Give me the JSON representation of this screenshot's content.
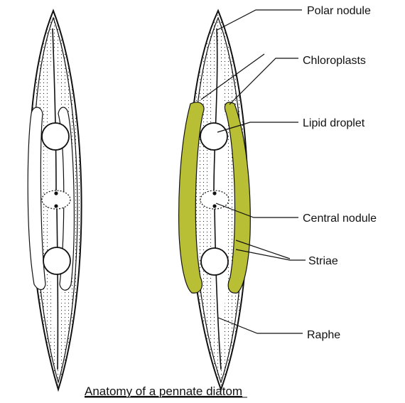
{
  "labels": {
    "polar_nodule": "Polar nodule",
    "chloroplasts": "Chloroplasts",
    "lipid_droplet": "Lipid droplet",
    "central_nodule": "Central nodule",
    "striae": "Striae",
    "raphe": "Raphe"
  },
  "title": "Anatomy of a pennate diatom",
  "colors": {
    "chloroplast": "#b9bf34",
    "outline": "#111111",
    "background": "#ffffff"
  }
}
